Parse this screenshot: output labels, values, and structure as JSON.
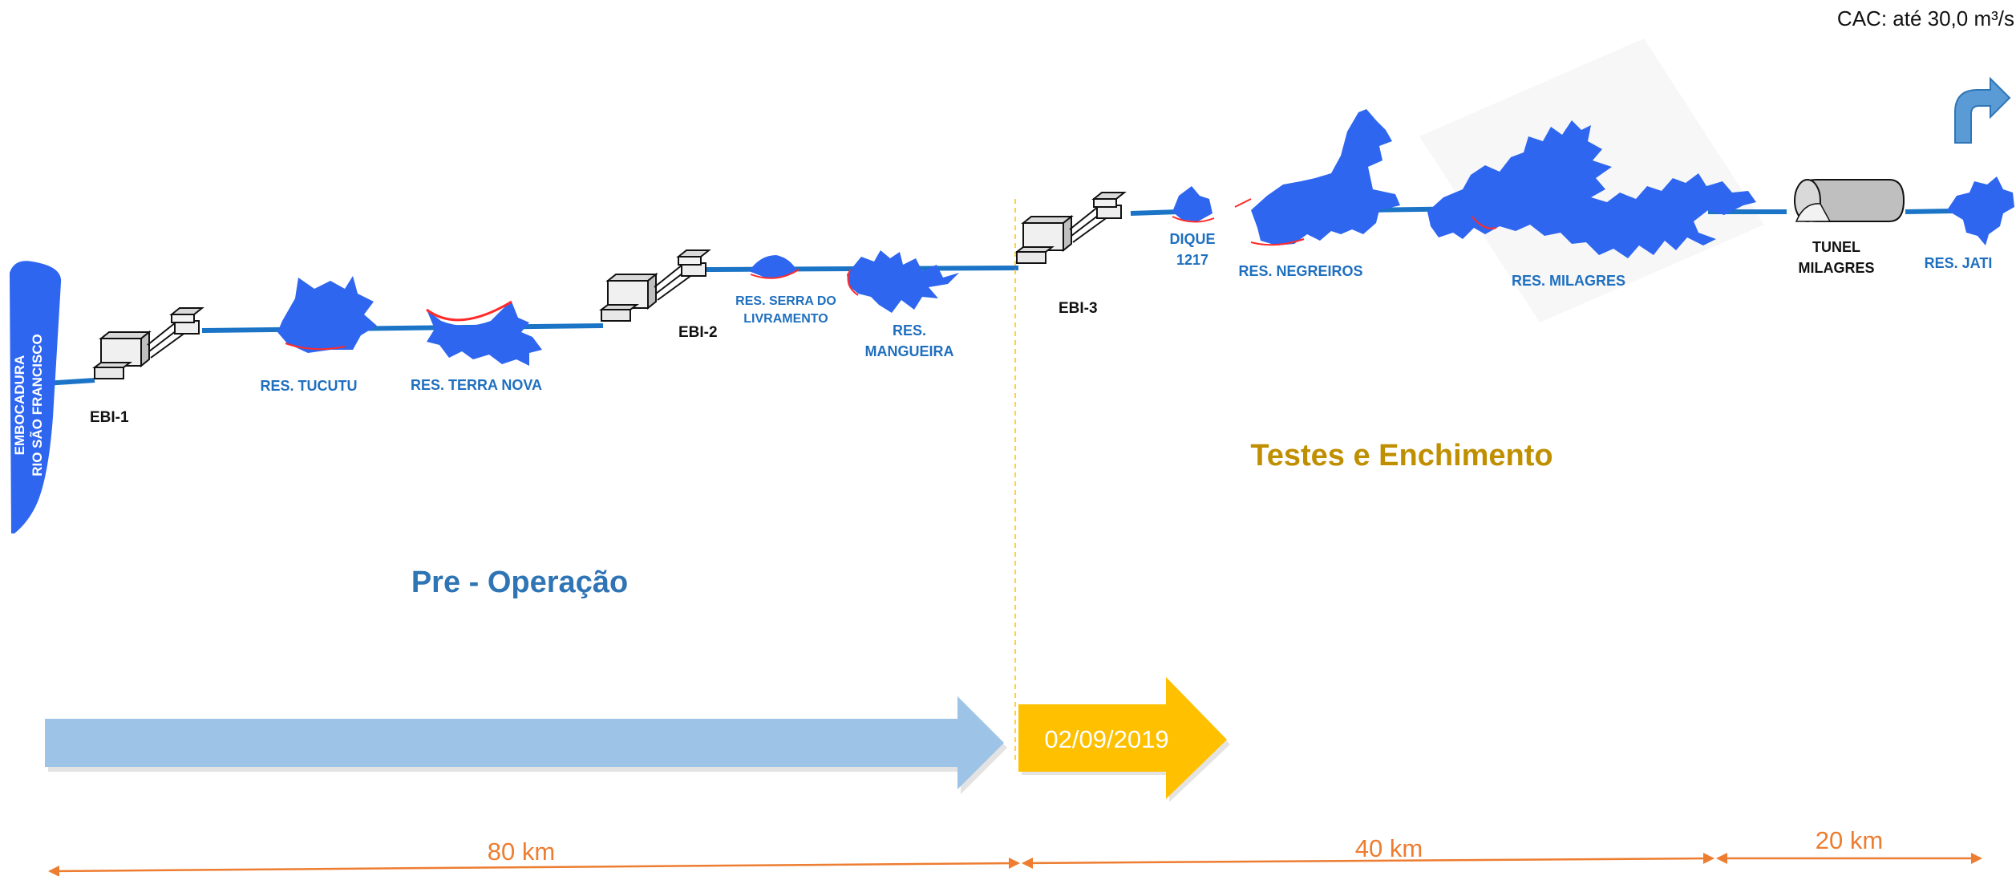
{
  "capacity_label": "CAC: até 30,0 m³/s",
  "source_label_line1": "EMBOCADURA",
  "source_label_line2": "RIO SÃO FRANCISCO",
  "pump_stations": {
    "ebi1": "EBI-1",
    "ebi2": "EBI-2",
    "ebi3": "EBI-3"
  },
  "reservoirs": {
    "tucutu": "RES. TUCUTU",
    "terra_nova": "RES. TERRA NOVA",
    "serra_livramento_line1": "RES. SERRA DO",
    "serra_livramento_line2": "LIVRAMENTO",
    "mangueira_line1": "RES.",
    "mangueira_line2": "MANGUEIRA",
    "dique_line1": "DIQUE",
    "dique_line2": "1217",
    "negreiros": "RES. NEGREIROS",
    "milagres": "RES. MILAGRES",
    "jati": "RES. JATI"
  },
  "tunnel": {
    "line1": "TUNEL",
    "line2": "MILAGRES"
  },
  "phases": {
    "pre_operation": "Pre - Operação",
    "tests_filling": "Testes e Enchimento",
    "start_date": "02/09/2019"
  },
  "distances": {
    "segment1": "80 km",
    "segment2": "40 km",
    "segment3": "20 km"
  },
  "colors": {
    "water": "#2e66f0",
    "canal": "#1b74c6",
    "label_blue": "#1f6fbf",
    "pre_op_title": "#2f74b5",
    "tests_title": "#bf8f00",
    "pre_op_arrow": "#9dc3e6",
    "tests_arrow": "#ffc000",
    "distance": "#ed7d31",
    "bank_red": "#ff2a2a"
  }
}
